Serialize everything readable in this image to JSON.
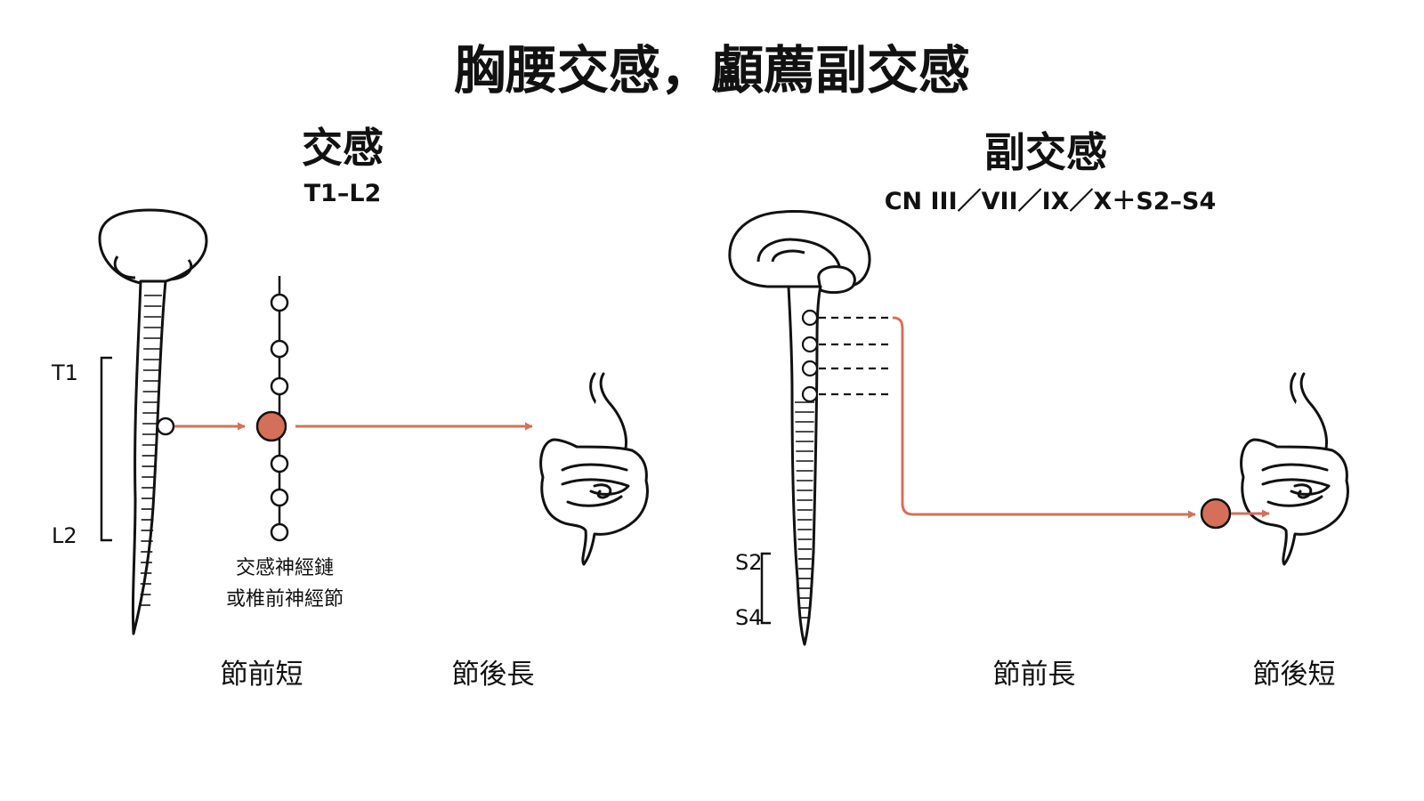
{
  "title": "胸腰交感，顱薦副交感",
  "sympathetic": {
    "heading": "交感",
    "levels": "T1–L2",
    "marker_top": "T1",
    "marker_bottom": "L2",
    "ganglion_label_line1": "交感神經鏈",
    "ganglion_label_line2": "或椎前神經節",
    "preganglionic": "節前短",
    "postganglionic": "節後長"
  },
  "parasympathetic": {
    "heading": "副交感",
    "levels": "CN III／VII／IX／X＋S2–S4",
    "marker_top": "S2",
    "marker_bottom": "S4",
    "preganglionic": "節前長",
    "postganglionic": "節後短"
  },
  "colors": {
    "accent": "#d4705a",
    "line": "#111111",
    "background": "#ffffff"
  }
}
